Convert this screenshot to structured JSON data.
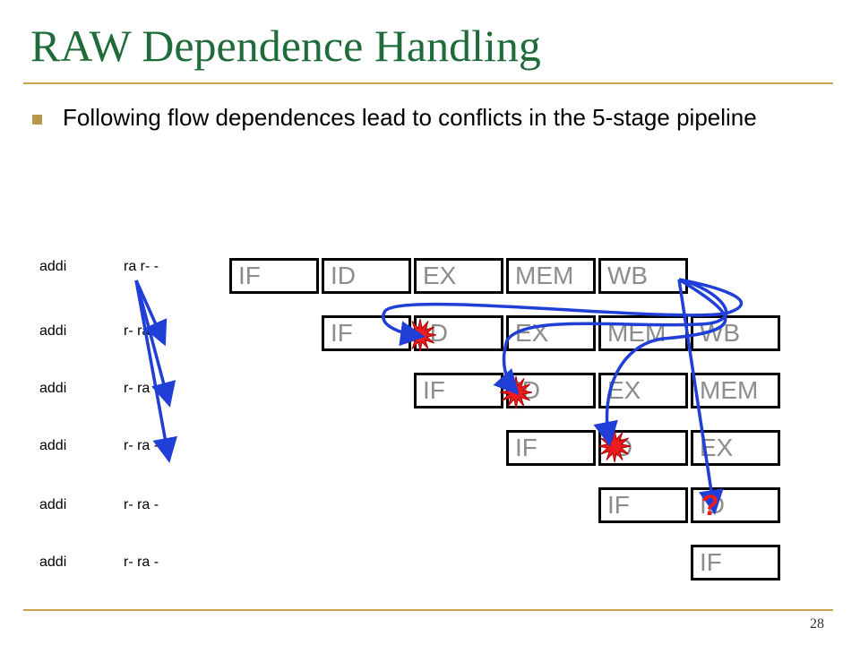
{
  "slide": {
    "title": "RAW Dependence Handling",
    "bullet": "Following flow dependences lead to conflicts in the 5-stage pipeline",
    "page_number": "28"
  },
  "instructions": [
    {
      "op": "addi",
      "operands": "ra r- -"
    },
    {
      "op": "addi",
      "operands": "r- ra -"
    },
    {
      "op": "addi",
      "operands": "r- ra -"
    },
    {
      "op": "addi",
      "operands": "r- ra -"
    },
    {
      "op": "addi",
      "operands": "r- ra -"
    },
    {
      "op": "addi",
      "operands": "r- ra -"
    }
  ],
  "pipeline": [
    [
      "IF",
      "ID",
      "EX",
      "MEM",
      "WB"
    ],
    [
      "IF",
      "ID",
      "EX",
      "MEM",
      "WB"
    ],
    [
      "IF",
      "ID",
      "EX",
      "MEM"
    ],
    [
      "IF",
      "ID",
      "EX"
    ],
    [
      "IF",
      "ID"
    ],
    [
      "IF"
    ]
  ],
  "question_mark": "?",
  "colors": {
    "title": "#1f6b3a",
    "rule": "#c9a24a",
    "arrow": "#1f3fd6",
    "conflict": "#ee1c1c",
    "stage_text": "#8c8c8c"
  }
}
